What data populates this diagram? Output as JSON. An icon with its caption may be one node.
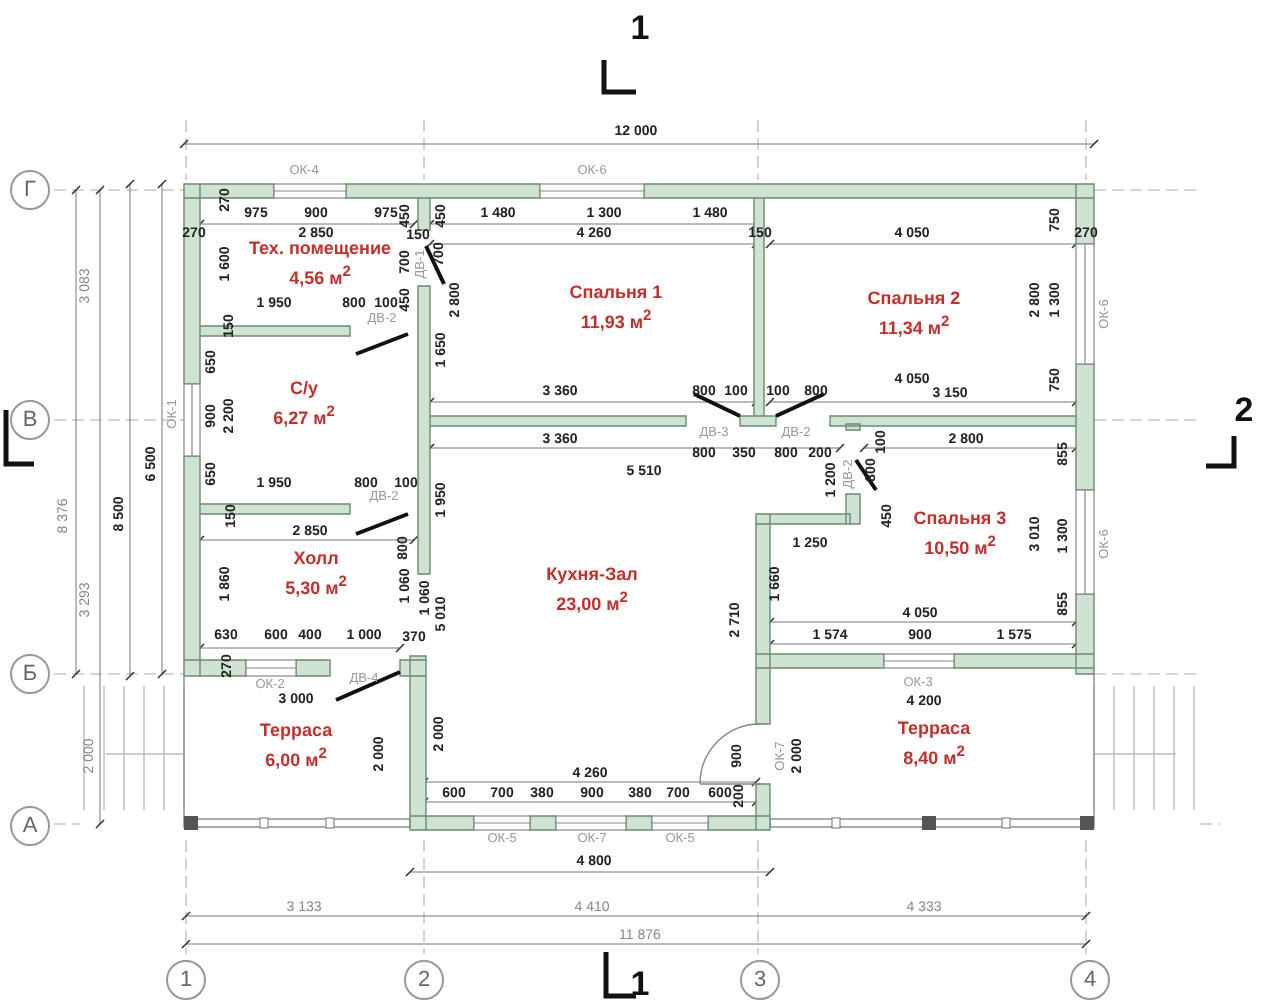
{
  "diagram": {
    "nodes": [
      {
        "text": [
          "Тех. помещение",
          "4,56 м$^{2}$"
        ]
      },
      {
        "text": [
          "Спальня 1",
          "11,93 м$^{2}$"
        ]
      },
      {
        "text": [
          "Спальня 2",
          "11,34 м$^{2}$"
        ]
      },
      {
        "text": [
          "С/у",
          "6,27 м$^{2}$"
        ]
      },
      {
        "text": [
          "Спальня 3",
          "10,50 м$^{2}$"
        ]
      },
      {
        "text": [
          "Холл",
          "5,30 м$^{2}$"
        ]
      },
      {
        "text": [
          "Кухня-Зал",
          "23,00 м$^{2}$"
        ]
      },
      {
        "text": [
          "Терраса",
          "6,00 м$^{2}$"
        ]
      },
      {
        "text": [
          "Терраса",
          "8,40 м$^{2}$"
        ]
      },
      {
        "text": [
          "Г"
        ]
      },
      {
        "text": [
          "В"
        ]
      },
      {
        "text": [
          "Б"
        ]
      },
      {
        "text": [
          "А"
        ]
      },
      {
        "text": [
          "1"
        ]
      },
      {
        "text": [
          "2"
        ]
      },
      {
        "text": [
          "3"
        ]
      },
      {
        "text": [
          "4"
        ]
      }
    ],
    "labels": [
      "1",
      "12 000",
      "ОК-4",
      "ОК-6",
      "270",
      "975",
      "900",
      "975",
      "450",
      "1 480",
      "1 300",
      "1 480",
      "270",
      "2 850",
      "150",
      "450",
      "700",
      "4 260",
      "150",
      "4 050",
      "750",
      "270",
      "3 083",
      "1 600",
      "700",
      "ДВ-1",
      "2 800",
      "2 800",
      "1 300",
      "ОК-6",
      "1 950",
      "800",
      "100",
      "450",
      "150",
      "ДВ-2",
      "650",
      "1 650",
      "4 050",
      "750",
      "3 360",
      "800",
      "100",
      "100",
      "800",
      "3 150",
      "ОК-1",
      "900",
      "2 200",
      "ДВ-3",
      "ДВ-2",
      "2",
      "3 360",
      "800",
      "350",
      "800",
      "200",
      "100",
      "2 800",
      "855",
      "6 500",
      "650",
      "1 950",
      "800",
      "ДВ-2",
      "100",
      "1 950",
      "5 510",
      "1 200",
      "ДВ-2",
      "800",
      "8 376",
      "8 500",
      "150",
      "450",
      "2 850",
      "800",
      "1 250",
      "3 010",
      "1 300",
      "ОК-6",
      "1 860",
      "1 060",
      "1 660",
      "3 293",
      "1 060",
      "855",
      "5 010",
      "4 050",
      "2 710",
      "630",
      "600",
      "400",
      "1 000",
      "370",
      "1 574",
      "900",
      "1 575",
      "270",
      "ДВ-4",
      "ОК-2",
      "ОК-3",
      "3 000",
      "4 200",
      "2 000",
      "2 000",
      "2 000",
      "900",
      "ОК-7",
      "2 000",
      "4 260",
      "200",
      "600",
      "700",
      "380",
      "900",
      "380",
      "700",
      "600",
      "ОК-5",
      "ОК-7",
      "ОК-5",
      "4 800",
      "3 133",
      "4 410",
      "4 333",
      "11 876",
      "1"
    ]
  }
}
